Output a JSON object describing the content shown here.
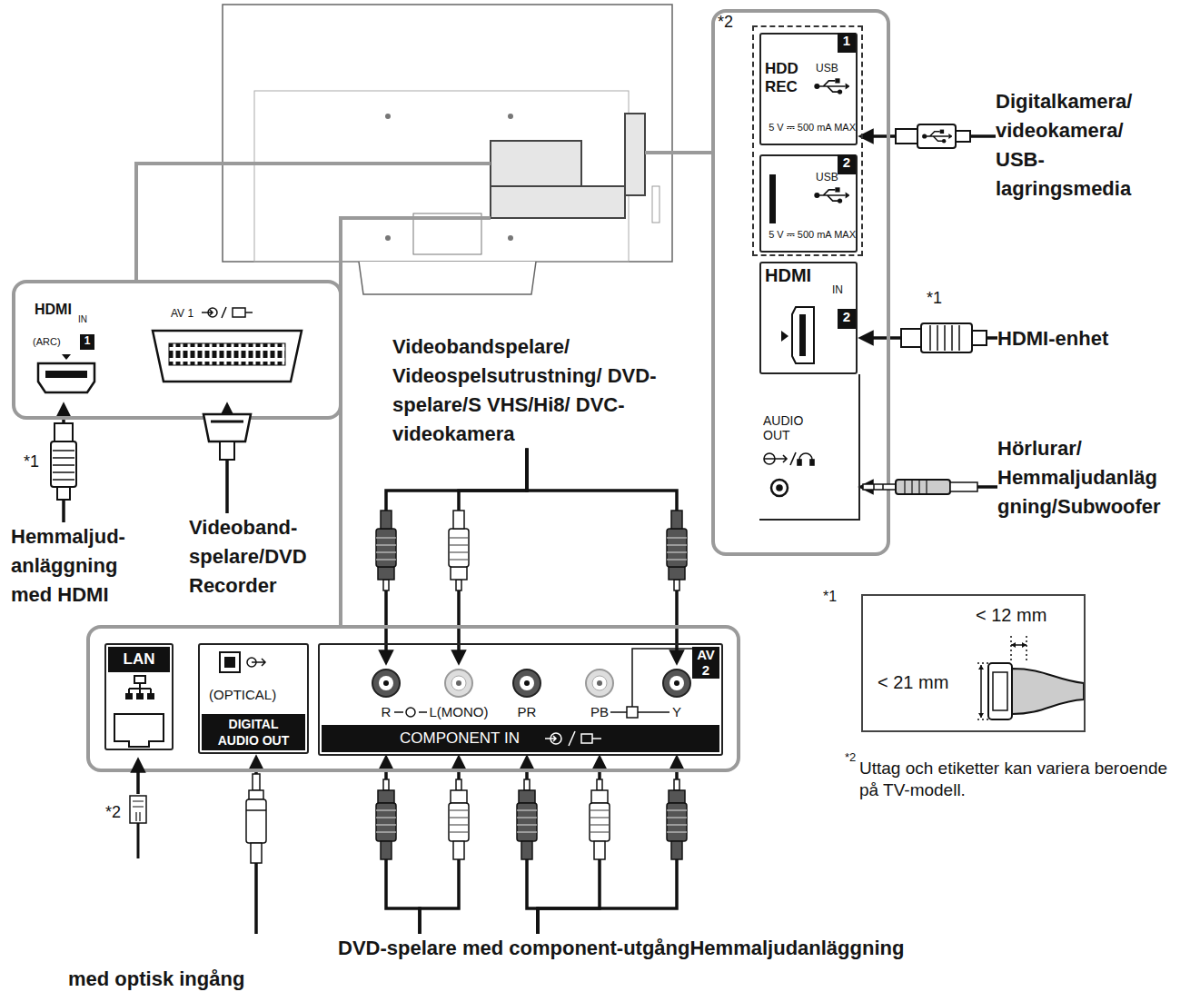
{
  "diagram": {
    "nodes": [
      {
        "text": [
          "*2"
        ]
      },
      {
        "text": [
          "1",
          "HDD REC",
          "USB",
          "5 V ⎓ 500 mA MAX"
        ],
        "in": 0
      },
      {
        "text": [
          "2",
          "USB",
          "5 V ⎓ 500 mA MAX"
        ],
        "in": 0
      },
      {
        "text": [
          "Digitalkamera/ videokamera/ USB- lagringsmedia"
        ]
      },
      {
        "text": [
          "HDMI",
          "IN",
          "2"
        ]
      },
      {
        "text": [
          "HDMI-enhet"
        ]
      },
      {
        "text": [
          "AUDIO OUT"
        ]
      },
      {
        "text": [
          "Hörlurar/ Hemmaljudanläg gning/Subwoofer"
        ]
      },
      {
        "text": [
          "HDMI",
          "IN",
          "(ARC)",
          "1"
        ]
      },
      {
        "text": [
          "AV 1"
        ]
      },
      {
        "text": [
          "Videobandspelare/ Videospelsutrustning/ DVD-spelare/S VHS/Hi8/ DVC-videokamera"
        ]
      },
      {
        "text": [
          "Hemmaljud- anläggning med HDMI"
        ]
      },
      {
        "text": [
          "Videoband- spelare/DVD Recorder"
        ]
      },
      {
        "text": [
          "LAN"
        ]
      },
      {
        "text": [
          "(OPTICAL)",
          "DIGITAL AUDIO OUT"
        ]
      },
      {
        "text": [
          "AV 2",
          "COMPONENT IN"
        ]
      },
      {
        "text": [
          "R"
        ],
        "in": 15
      },
      {
        "text": [
          "L(MONO)"
        ],
        "in": 15
      },
      {
        "text": [
          "PR"
        ],
        "in": 15
      },
      {
        "text": [
          "PB"
        ],
        "in": 15
      },
      {
        "text": [
          "Y"
        ],
        "in": 15
      },
      {
        "text": [
          "*1",
          "< 12 mm",
          "< 21 mm"
        ]
      },
      {
        "text": [
          "DVD-spelare med component-utgång"
        ]
      },
      {
        "text": [
          "Hemmaljudanläggning",
          "med optisk ingång"
        ]
      }
    ],
    "edges": [
      {
        "from": 3,
        "to": 1,
        "arrow": "to"
      },
      {
        "from": 5,
        "to": 4,
        "arrow": "to"
      },
      {
        "from": 7,
        "to": 6,
        "arrow": "to"
      },
      {
        "from": 11,
        "to": 8,
        "arrow": "to"
      },
      {
        "from": 12,
        "to": 9,
        "arrow": "to"
      },
      {
        "from": 10,
        "to": 16,
        "arrow": "to"
      },
      {
        "from": 10,
        "to": 17,
        "arrow": "to"
      },
      {
        "from": 10,
        "to": 20,
        "arrow": "to"
      },
      {
        "from": 22,
        "to": 16,
        "arrow": "to"
      },
      {
        "from": 22,
        "to": 17,
        "arrow": "to"
      },
      {
        "from": 22,
        "to": 18,
        "arrow": "to"
      },
      {
        "from": 22,
        "to": 19,
        "arrow": "to"
      },
      {
        "from": 22,
        "to": 20,
        "arrow": "to"
      },
      {
        "from": 23,
        "to": 14,
        "arrow": "to"
      }
    ],
    "labels": [
      "*1",
      "*1",
      "*2",
      "*2",
      "Uttag och etiketter kan variera beroende på TV-modell."
    ]
  }
}
